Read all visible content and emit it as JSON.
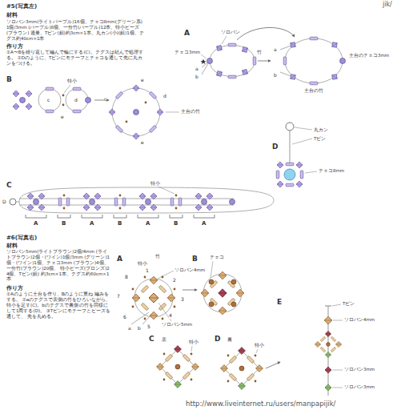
{
  "diagram": {
    "labels": [
      "#5(写真左)",
      "材料",
      "ソロバン3mm(ライトパープル)16個、チェコ8mm(グリーン系)1個/3mm (パープル)8個、一分竹(パープル)12本、特小ビーズ(ブラウン) 適量、Tピン(銀)約3cm×1本、丸カン(小)(銀)1個、テグス約40cm×1本",
      "作り方",
      "①A〜Bを繰り返して編んで輪にする(C)。テグスは結んで処理する。 ②Dのように、Tピンにモチーフとチェコを通して先に丸カンをつける。",
      "A",
      "ソロバン",
      "チェコ3mm",
      "竹",
      "a",
      "b",
      "a",
      "b",
      "土台のチェコ3mm",
      "土台の竹",
      "B",
      "特小",
      "c",
      "d",
      "e",
      "e",
      "d",
      "c",
      "e",
      "土台の竹",
      "D",
      "丸カン",
      "Tピン",
      "チェコ8mm",
      "C",
      "特小",
      "D",
      "A",
      "B",
      "A",
      "B",
      "A",
      "B",
      "A",
      "#6(写真右)",
      "材料",
      "ソロバン5mm(ライトブラウン)2個/4mm (ライトブラウン)2個・(ワイン)1個/3mm (グリーン)1個・(ワイン)1個、チェコ3mm (ブラウン)4個、一分竹(ブラウン)20個、 特小ビーズ(ブロンズ)24個、Tピン(銀) 約3cm×1本、テグス約60cm×1本",
      "作り方",
      "①Aのように土台を作り、Bのように重ね 編みをする。 ②aのテグスで表側の竹をひろいながら、 特小を足す(C)。bのテグスで裏側 の竹を同様にして1周する(D)。 ③Tピンにモチーフとビーズを通して、 先を丸める。",
      "A",
      "竹",
      "特小",
      "ソロバン4mm",
      "1",
      "2",
      "3",
      "4",
      "5",
      "6",
      "7",
      "8",
      "ソロバン5mm",
      "a",
      "b",
      "B",
      "チェコ",
      "C",
      "表",
      "特小",
      "D",
      "裏",
      "特小",
      "E",
      "Tピン",
      "ソロバン4mm",
      "ソロバン3mm",
      "ソロバン3mm",
      "http://www.liveinternet.ru/users/manpapijik/",
      "jik/"
    ]
  }
}
